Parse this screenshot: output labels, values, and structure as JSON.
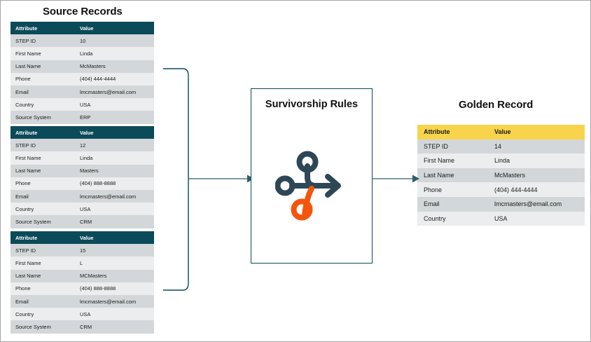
{
  "diagram": {
    "type": "flow",
    "source_title": "Source Records",
    "golden_title": "Golden Record",
    "process_title": "Survivorship Rules",
    "colors": {
      "header_dark": "#0b4a59",
      "header_gold": "#f7d44c",
      "row_odd": "#d3d7d9",
      "row_even": "#ecedee",
      "icon_dark": "#2e4756",
      "icon_accent": "#f4550c",
      "connector": "#0b4a59",
      "canvas_border": "#a6a6a6"
    },
    "icons": {
      "merge": "merge-rules-icon",
      "arrow_left": "arrow-right-icon",
      "arrow_right": "arrow-right-icon",
      "bracket": "grouping-bracket-icon"
    }
  },
  "columns": {
    "attribute": "Attribute",
    "value": "Value"
  },
  "source_records": [
    {
      "id": "record-1",
      "rows": [
        {
          "attribute": "STEP ID",
          "value": "10"
        },
        {
          "attribute": "First Name",
          "value": "Linda"
        },
        {
          "attribute": "Last Name",
          "value": "McMasters"
        },
        {
          "attribute": "Phone",
          "value": "(404) 444-4444"
        },
        {
          "attribute": "Email",
          "value": "lmcmasters@email.com"
        },
        {
          "attribute": "Country",
          "value": "USA"
        },
        {
          "attribute": "Source System",
          "value": "ERP"
        }
      ]
    },
    {
      "id": "record-2",
      "rows": [
        {
          "attribute": "STEP ID",
          "value": "12"
        },
        {
          "attribute": "First Name",
          "value": "Linda"
        },
        {
          "attribute": "Last Name",
          "value": "Masters"
        },
        {
          "attribute": "Phone",
          "value": "(404) 888-8888"
        },
        {
          "attribute": "Email",
          "value": "lmcmasters@email.com"
        },
        {
          "attribute": "Country",
          "value": "USA"
        },
        {
          "attribute": "Source System",
          "value": "CRM"
        }
      ]
    },
    {
      "id": "record-3",
      "rows": [
        {
          "attribute": "STEP ID",
          "value": "15"
        },
        {
          "attribute": "First Name",
          "value": "L"
        },
        {
          "attribute": "Last Name",
          "value": "MCMasters"
        },
        {
          "attribute": "Phone",
          "value": "(404) 888-8888"
        },
        {
          "attribute": "Email",
          "value": "lmcmasters@email.com"
        },
        {
          "attribute": "Country",
          "value": "USA"
        },
        {
          "attribute": "Source System",
          "value": "CRM"
        }
      ]
    }
  ],
  "golden_record": {
    "rows": [
      {
        "attribute": "STEP ID",
        "value": "14"
      },
      {
        "attribute": "First Name",
        "value": "Linda"
      },
      {
        "attribute": "Last Name",
        "value": "McMasters"
      },
      {
        "attribute": "Phone",
        "value": "(404) 444-4444"
      },
      {
        "attribute": "Email",
        "value": "lmcmasters@email.com"
      },
      {
        "attribute": "Country",
        "value": "USA"
      }
    ]
  }
}
